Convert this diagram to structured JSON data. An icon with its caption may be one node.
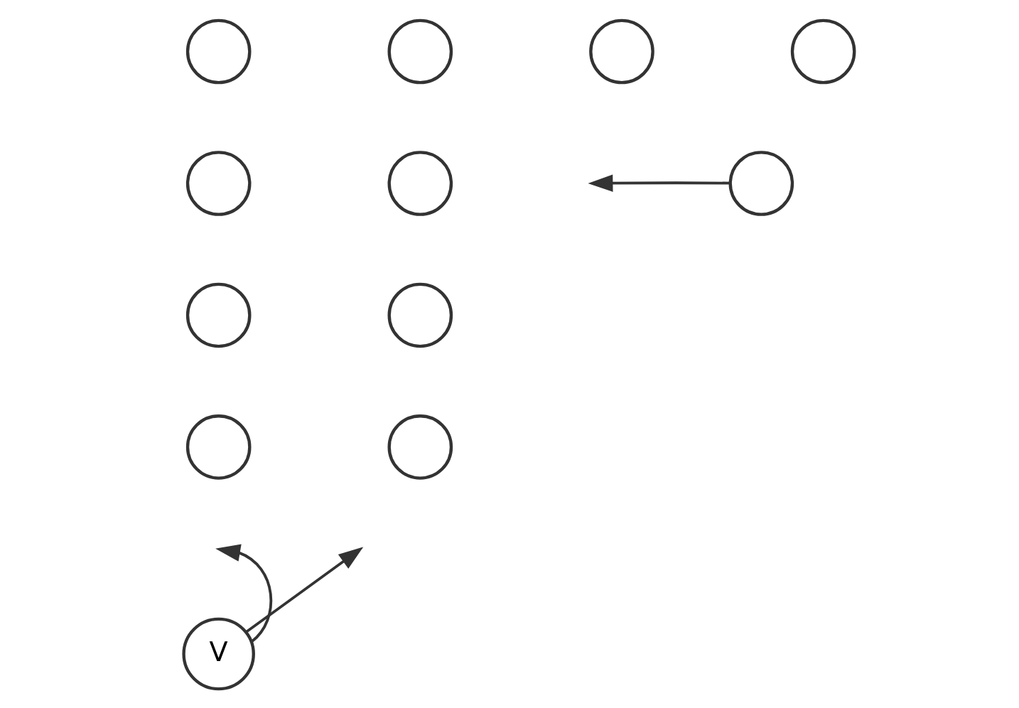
{
  "diagram": {
    "nodes": [
      {
        "text": [],
        "shape": "circle"
      },
      {
        "text": [],
        "shape": "circle"
      },
      {
        "text": [],
        "shape": "circle"
      },
      {
        "text": [],
        "shape": "circle"
      },
      {
        "text": [],
        "shape": "circle"
      },
      {
        "text": [],
        "shape": "circle"
      },
      {
        "text": [],
        "shape": "circle"
      },
      {
        "text": [],
        "shape": "circle"
      },
      {
        "text": [],
        "shape": "circle"
      },
      {
        "text": [],
        "shape": "circle"
      },
      {
        "text": [],
        "shape": "circle"
      },
      {
        "text": [
          "V"
        ]
      }
    ],
    "edges": [
      {
        "from": 4,
        "to": null,
        "arrow": "to"
      },
      {
        "from": 11,
        "to": null,
        "arrow": "to"
      },
      {
        "from": 11,
        "to": null,
        "arrow": "to"
      }
    ]
  }
}
